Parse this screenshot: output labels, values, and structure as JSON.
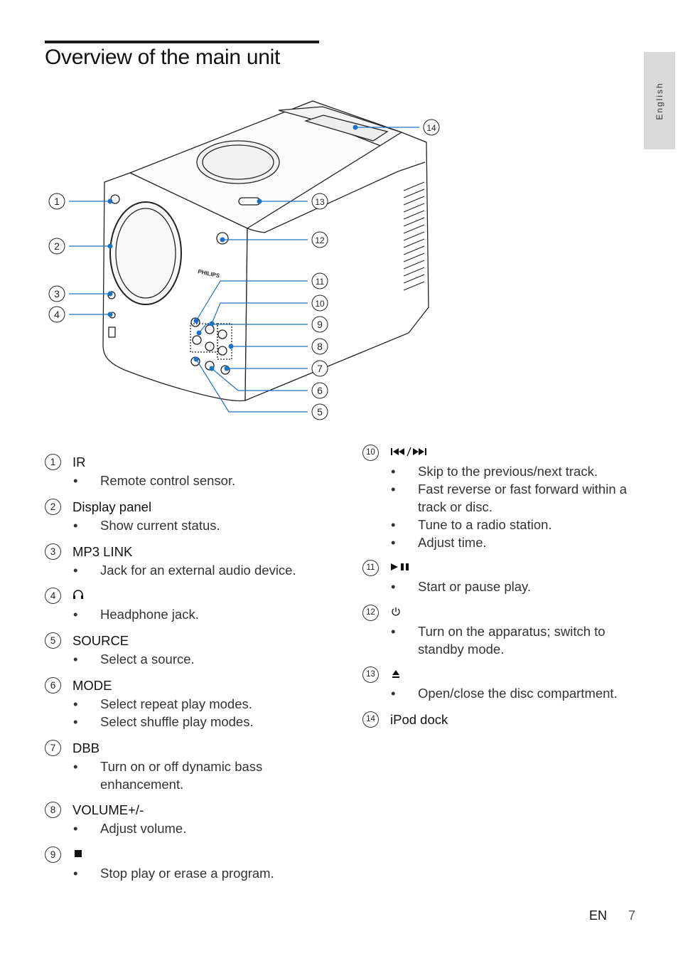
{
  "page": {
    "title": "Overview of the main unit",
    "side_tab": "English",
    "footer_lang": "EN",
    "page_number": "7"
  },
  "diagram": {
    "brand": "PHILIPS",
    "callouts": [
      "1",
      "2",
      "3",
      "4",
      "5",
      "6",
      "7",
      "8",
      "9",
      "10",
      "11",
      "12",
      "13",
      "14"
    ],
    "accent_color": "#1a73c7"
  },
  "items": [
    {
      "num": "1",
      "label": "IR",
      "bullets": [
        "Remote control sensor."
      ]
    },
    {
      "num": "2",
      "label": "Display panel",
      "bullets": [
        "Show current status."
      ]
    },
    {
      "num": "3",
      "label": "MP3 LINK",
      "bullets": [
        "Jack for an external audio device."
      ]
    },
    {
      "num": "4",
      "label": "",
      "icon": "headphone-icon",
      "bullets": [
        "Headphone jack."
      ]
    },
    {
      "num": "5",
      "label": "SOURCE",
      "bullets": [
        "Select a source."
      ]
    },
    {
      "num": "6",
      "label": "MODE",
      "bullets": [
        "Select repeat play modes.",
        "Select shuffle play modes."
      ]
    },
    {
      "num": "7",
      "label": "DBB",
      "bullets": [
        "Turn on or off dynamic bass",
        "enhancement."
      ]
    },
    {
      "num": "8",
      "label": "VOLUME+/-",
      "bullets": [
        "Adjust volume."
      ]
    },
    {
      "num": "9",
      "label": "",
      "icon": "stop-icon",
      "bullets": [
        "Stop play or erase a program."
      ]
    },
    {
      "num": "10",
      "label": "",
      "icon": "skip-prev-next-icon",
      "bullets": [
        "Skip to the previous/next track.",
        "Fast reverse or fast forward within a",
        "track or disc.",
        "Tune to a radio station.",
        "Adjust time."
      ]
    },
    {
      "num": "11",
      "label": "",
      "icon": "play-pause-icon",
      "bullets": [
        "Start or pause play."
      ]
    },
    {
      "num": "12",
      "label": "",
      "icon": "power-icon",
      "bullets": [
        "Turn on the apparatus; switch to",
        "standby mode."
      ]
    },
    {
      "num": "13",
      "label": "",
      "icon": "eject-icon",
      "bullets": [
        "Open/close the disc compartment."
      ]
    },
    {
      "num": "14",
      "label": "iPod dock",
      "bullets": []
    }
  ]
}
